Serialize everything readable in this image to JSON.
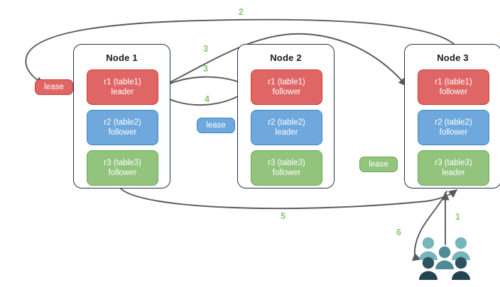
{
  "diagram": {
    "title": "Raft replica lease and request routing diagram",
    "colors": {
      "red": "#e06666",
      "red_border": "#cc3b36",
      "blue": "#6fa8dc",
      "blue_border": "#3d85c6",
      "green": "#93c47d",
      "green_border": "#6aa84f",
      "node_border": "#20344f",
      "arrow": "#595959",
      "step_label": "#8cc474",
      "people_light": "#76b5bc",
      "people_mid": "#4e8b97",
      "people_dark": "#2f5263",
      "people_darkest": "#23424f"
    },
    "nodes": [
      {
        "name": "Node 1",
        "replicas": [
          {
            "id": "r1 (table1)",
            "role": "leader",
            "color": "red"
          },
          {
            "id": "r2 (table2)",
            "role": "follower",
            "color": "blue"
          },
          {
            "id": "r3 (table3)",
            "role": "follower",
            "color": "green"
          }
        ]
      },
      {
        "name": "Node 2",
        "replicas": [
          {
            "id": "r1 (table1)",
            "role": "follower",
            "color": "red"
          },
          {
            "id": "r2 (table2)",
            "role": "leader",
            "color": "blue"
          },
          {
            "id": "r3 (table3)",
            "role": "follower",
            "color": "green"
          }
        ]
      },
      {
        "name": "Node 3",
        "replicas": [
          {
            "id": "r1 (table1)",
            "role": "follower",
            "color": "red"
          },
          {
            "id": "r2 (table2)",
            "role": "follower",
            "color": "blue"
          },
          {
            "id": "r3 (table3)",
            "role": "leader",
            "color": "green"
          }
        ]
      }
    ],
    "leases": [
      {
        "label": "lease",
        "color": "red"
      },
      {
        "label": "lease",
        "color": "blue"
      },
      {
        "label": "lease",
        "color": "green"
      }
    ],
    "steps": [
      {
        "label": "1"
      },
      {
        "label": "2"
      },
      {
        "label": "3"
      },
      {
        "label": "3"
      },
      {
        "label": "4"
      },
      {
        "label": "5"
      },
      {
        "label": "6"
      }
    ],
    "client": {
      "icon": "people-group-icon"
    }
  }
}
